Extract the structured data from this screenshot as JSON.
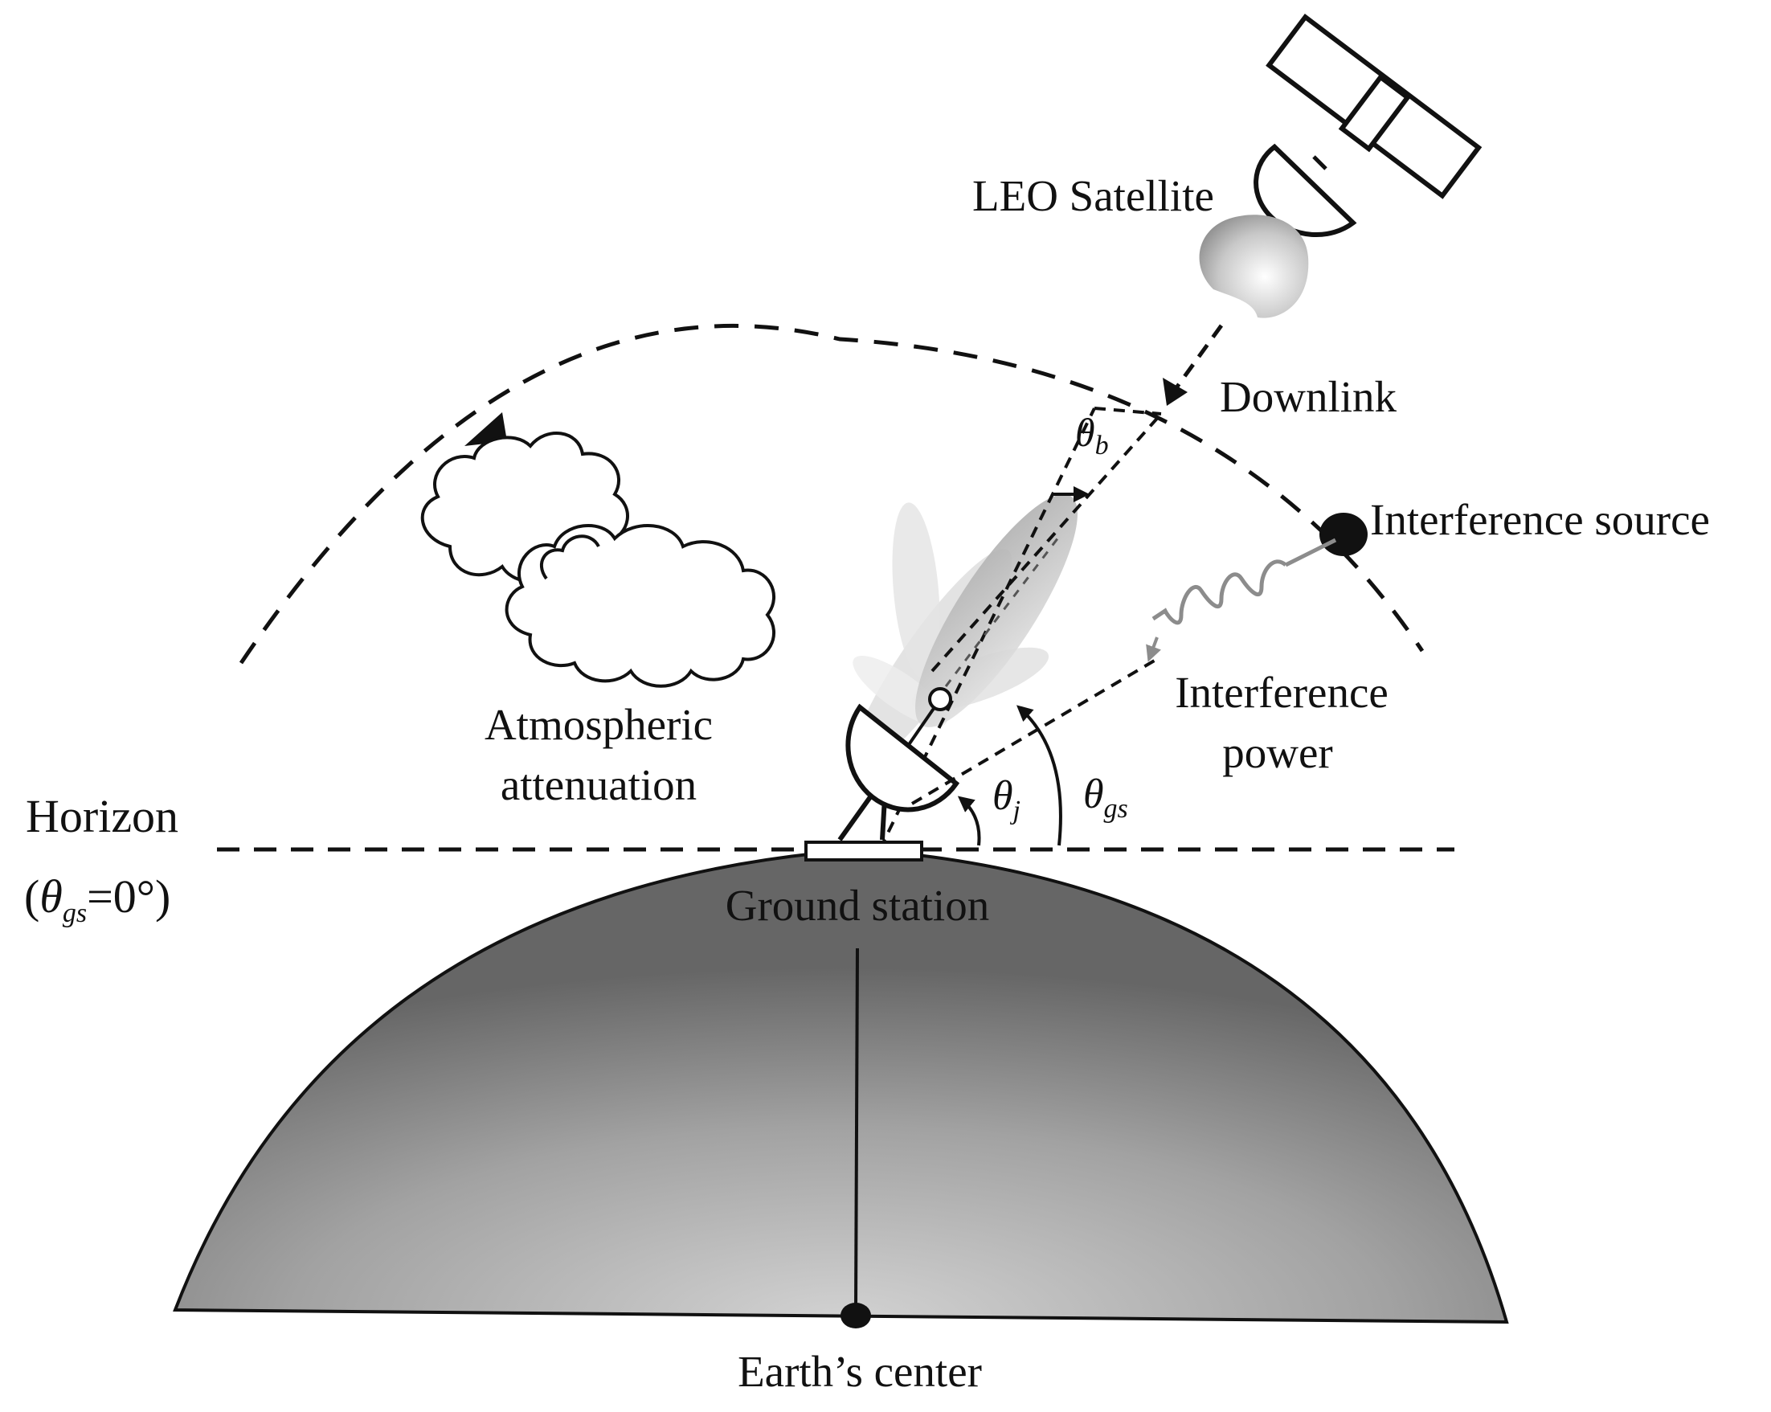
{
  "labels": {
    "satellite": "LEO Satellite",
    "downlink": "Downlink",
    "interference_source": "Interference source",
    "interference_power_line1": "Interference",
    "interference_power_line2": "power",
    "atmospheric_line1": "Atmospheric",
    "atmospheric_line2": "attenuation",
    "horizon": "Horizon",
    "horizon_paren_open": "(",
    "horizon_theta": "θ",
    "horizon_theta_sub": "gs",
    "horizon_eq": "=0°)",
    "ground_station": "Ground station",
    "earth_center": "Earth’s center",
    "theta": "θ",
    "theta_b_sub": "b",
    "theta_j_sub": "j",
    "theta_gs_sub": "gs"
  },
  "colors": {
    "earth_edge": "#6a6a6a",
    "earth_center": "#cfcfcf",
    "line": "#111111",
    "wave": "#8c8c8c"
  }
}
